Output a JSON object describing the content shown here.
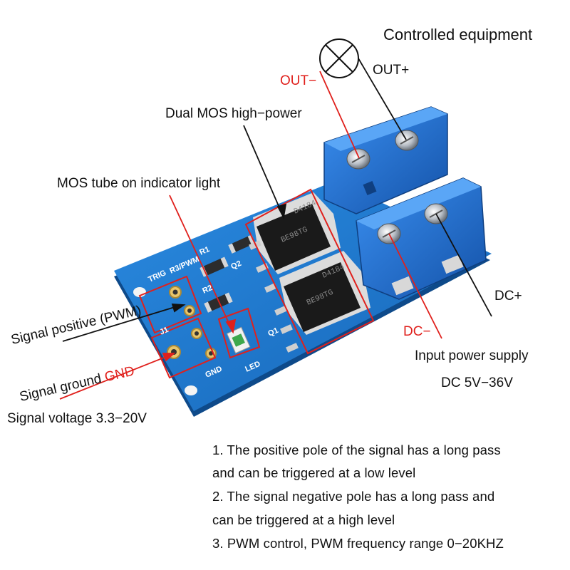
{
  "labels": {
    "controlled_equipment": "Controlled equipment",
    "out_minus": "OUT−",
    "out_plus": "OUT+",
    "dual_mos": "Dual MOS high−power",
    "mos_indicator": "MOS tube on indicator light",
    "signal_positive": "Signal positive (PWM)",
    "signal_ground": "Signal ground",
    "gnd": "GND",
    "signal_voltage": "Signal voltage 3.3−20V",
    "dc_plus": "DC+",
    "dc_minus": "DC−",
    "input_power": "Input power supply",
    "input_range": "DC 5V−36V"
  },
  "silkscreen": {
    "r3_pwm": "R3/PWM",
    "trig": "TRIG",
    "r1": "R1",
    "r2": "R2",
    "q1": "Q1",
    "q2": "Q2",
    "j1": "J1",
    "gnd": "GND",
    "led": "LED"
  },
  "chips": {
    "chip_top": {
      "line1": "D4184",
      "line2": "BE98TG"
    },
    "chip_bottom": {
      "line1": "D4184",
      "line2": "BE98TG"
    }
  },
  "notes": [
    "1. The positive pole of the signal has a long pass",
    "and can be triggered at a low level",
    "2. The signal negative pole has a long pass and",
    "can be triggered at a high level",
    "3. PWM control, PWM frequency range 0−20KHZ"
  ],
  "colors": {
    "pcb": "#1f7fd1",
    "terminal": "#1c6fc8",
    "annotation_red": "#e0201c"
  }
}
